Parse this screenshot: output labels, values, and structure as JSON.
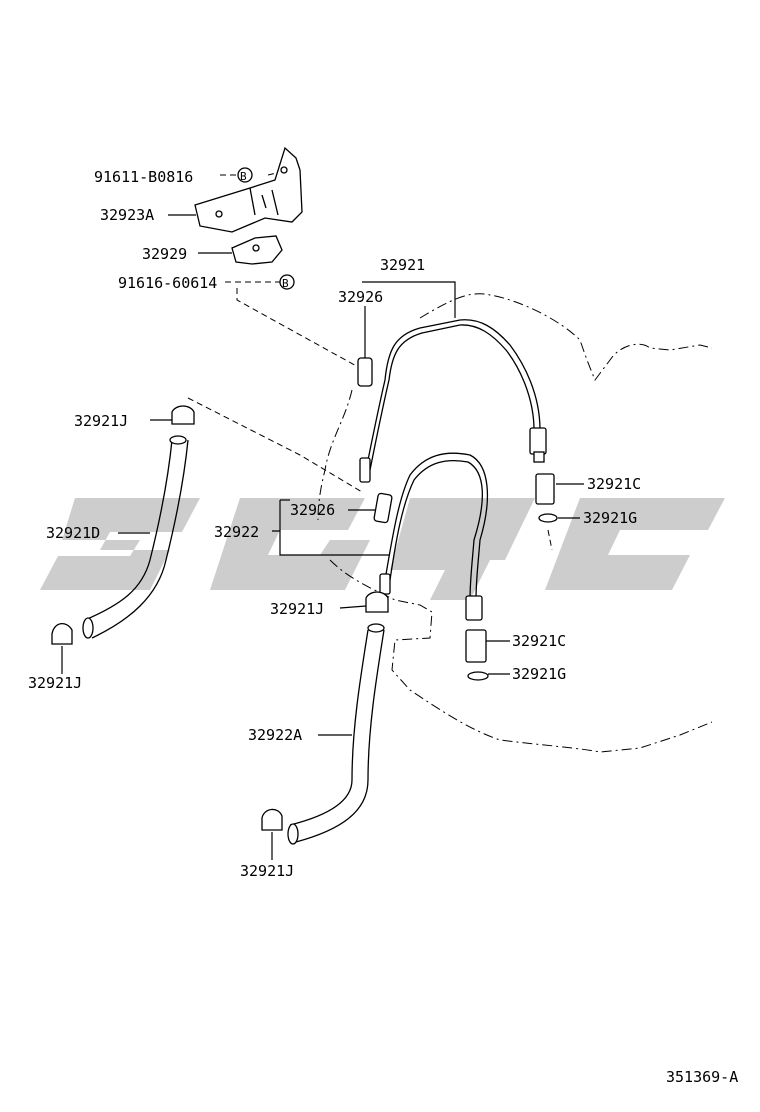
{
  "labels": {
    "bolt_b0816": "91611-B0816",
    "bracket_a": "32923A",
    "clamp_plate": "32929",
    "bolt_60614": "91616-60614",
    "tube_upper": "32921",
    "grommet_upper": "32926",
    "clip_j_left_top": "32921J",
    "hose_d": "32921D",
    "clip_j_left_bottom": "32921J",
    "tube_lower": "32922",
    "grommet_lower": "32926",
    "union_c_upper": "32921C",
    "gasket_g_upper": "32921G",
    "clip_j_mid": "32921J",
    "union_c_lower": "32921C",
    "gasket_g_lower": "32921G",
    "hose_a": "32922A",
    "clip_j_bottom": "32921J",
    "diagram_code": "351369-A"
  },
  "markers": {
    "bolt_marker": "B"
  },
  "colors": {
    "ink": "#000000",
    "watermark": "#c8c8c8",
    "background": "#ffffff"
  }
}
